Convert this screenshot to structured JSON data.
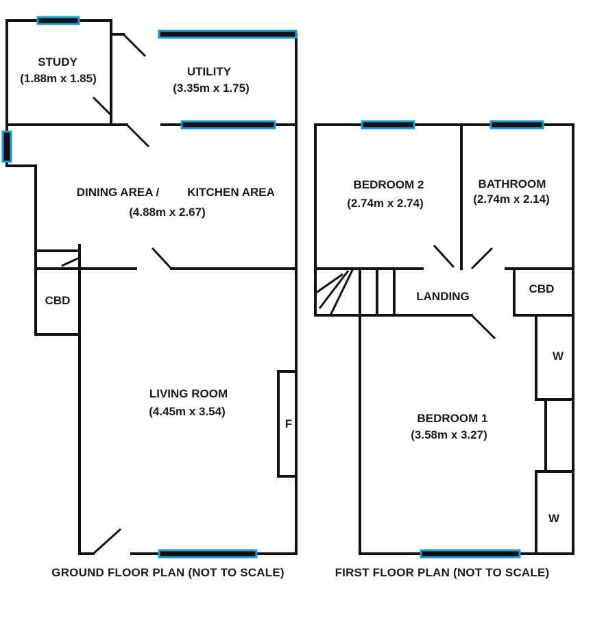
{
  "ground_floor": {
    "caption": "GROUND FLOOR PLAN (NOT TO SCALE)",
    "rooms": {
      "study": {
        "name": "STUDY",
        "dims": "(1.88m x 1.85)"
      },
      "utility": {
        "name": "UTILITY",
        "dims": "(3.35m x 1.75)"
      },
      "dining": {
        "name": "DINING AREA /",
        "name2": "KITCHEN AREA",
        "dims": "(4.88m x 2.67)"
      },
      "cbd": {
        "name": "CBD"
      },
      "living": {
        "name": "LIVING ROOM",
        "dims": "(4.45m x 3.54)"
      },
      "fireplace": {
        "name": "F"
      }
    }
  },
  "first_floor": {
    "caption": "FIRST FLOOR PLAN (NOT TO SCALE)",
    "rooms": {
      "bedroom2": {
        "name": "BEDROOM 2",
        "dims": "(2.74m x 2.74)"
      },
      "bathroom": {
        "name": "BATHROOM",
        "dims": "(2.74m x 2.14)"
      },
      "landing": {
        "name": "LANDING"
      },
      "cbd": {
        "name": "CBD"
      },
      "wardrobe_top": {
        "name": "W"
      },
      "bedroom1": {
        "name": "BEDROOM 1",
        "dims": "(3.58m x 3.27)"
      },
      "wardrobe_bottom": {
        "name": "W"
      }
    }
  },
  "colors": {
    "wall": "#111111",
    "window": "#1e9ad6",
    "text": "#1a1a1a"
  }
}
